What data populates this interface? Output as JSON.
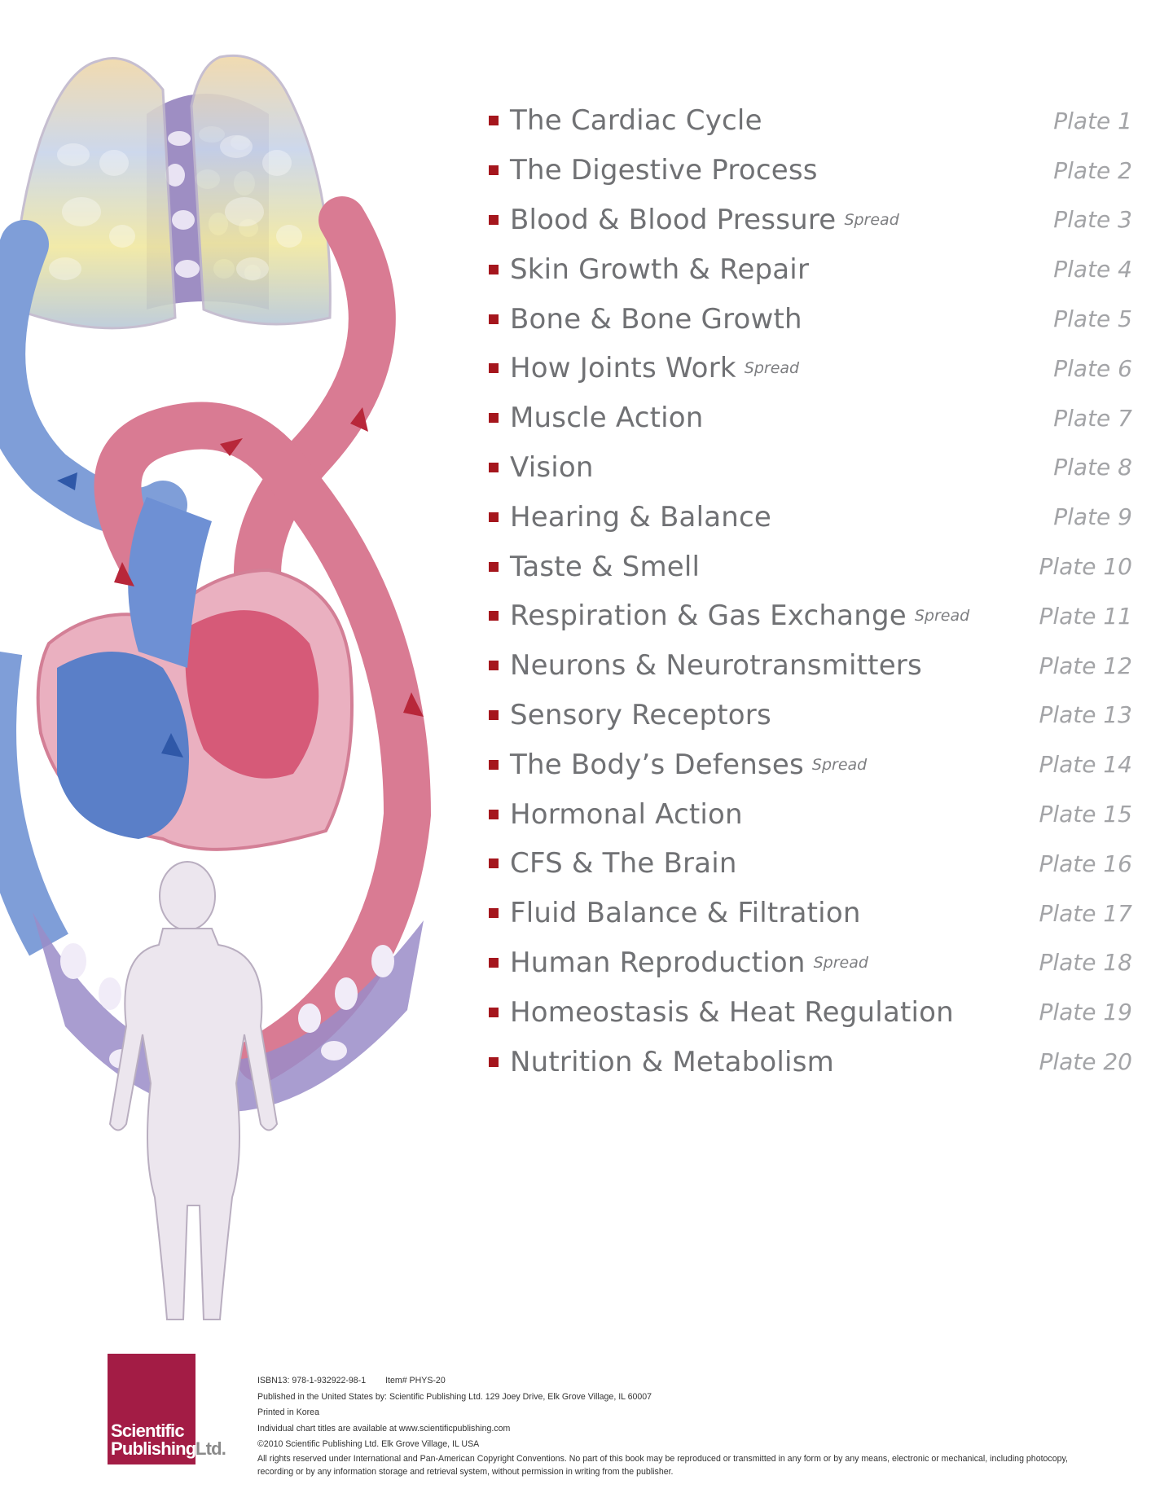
{
  "contents": [
    {
      "title": "The Cardiac Cycle",
      "plate": "Plate 1"
    },
    {
      "title": "The Digestive Process",
      "plate": "Plate 2"
    },
    {
      "title": "Blood & Blood Pressure",
      "note": "Spread",
      "plate": "Plate 3"
    },
    {
      "title": "Skin Growth & Repair",
      "plate": "Plate 4"
    },
    {
      "title": "Bone & Bone Growth",
      "plate": "Plate 5"
    },
    {
      "title": "How Joints Work",
      "note": "Spread",
      "plate": "Plate 6"
    },
    {
      "title": "Muscle Action",
      "plate": "Plate 7"
    },
    {
      "title": "Vision",
      "plate": "Plate 8"
    },
    {
      "title": "Hearing & Balance",
      "plate": "Plate 9"
    },
    {
      "title": "Taste & Smell",
      "plate": "Plate 10"
    },
    {
      "title": "Respiration & Gas Exchange",
      "note": "Spread",
      "plate": "Plate 11"
    },
    {
      "title": "Neurons & Neurotransmitters",
      "plate": "Plate 12"
    },
    {
      "title": "Sensory Receptors",
      "plate": "Plate 13"
    },
    {
      "title": "The Body’s Defenses",
      "note": "Spread",
      "plate": "Plate 14"
    },
    {
      "title": "Hormonal Action",
      "plate": "Plate 15"
    },
    {
      "title": "CFS & The Brain",
      "plate": "Plate 16"
    },
    {
      "title": "Fluid Balance & Filtration",
      "plate": "Plate 17"
    },
    {
      "title": "Human Reproduction",
      "note": "Spread",
      "plate": "Plate 18"
    },
    {
      "title": "Homeostasis & Heat Regulation",
      "plate": "Plate 19"
    },
    {
      "title": "Nutrition & Metabolism",
      "plate": "Plate 20"
    }
  ],
  "colors": {
    "bullet": "#a5161d",
    "artery": "#d86b86",
    "vein": "#6f8fd0",
    "logo": "#a31c45"
  },
  "logo": {
    "line1": "Scientific",
    "line2": "Publishing",
    "line3": "Ltd."
  },
  "footer": {
    "isbn": "ISBN13: 978-1-932922-98-1",
    "item": "Item# PHYS-20",
    "published": "Published in the United States by: Scientific Publishing Ltd. 129 Joey Drive, Elk Grove Village, IL 60007",
    "printed": "Printed in Korea",
    "available": "Individual chart titles are available at www.scientificpublishing.com",
    "copyright": "©2010 Scientific Publishing Ltd. Elk Grove Village, IL  USA",
    "rights": "All rights reserved under International and Pan-American Copyright Conventions. No part of this book may be reproduced or transmitted in any form or by any means, electronic or mechanical, including photocopy, recording or by any information storage and retrieval system, without permission in writing from the publisher."
  }
}
